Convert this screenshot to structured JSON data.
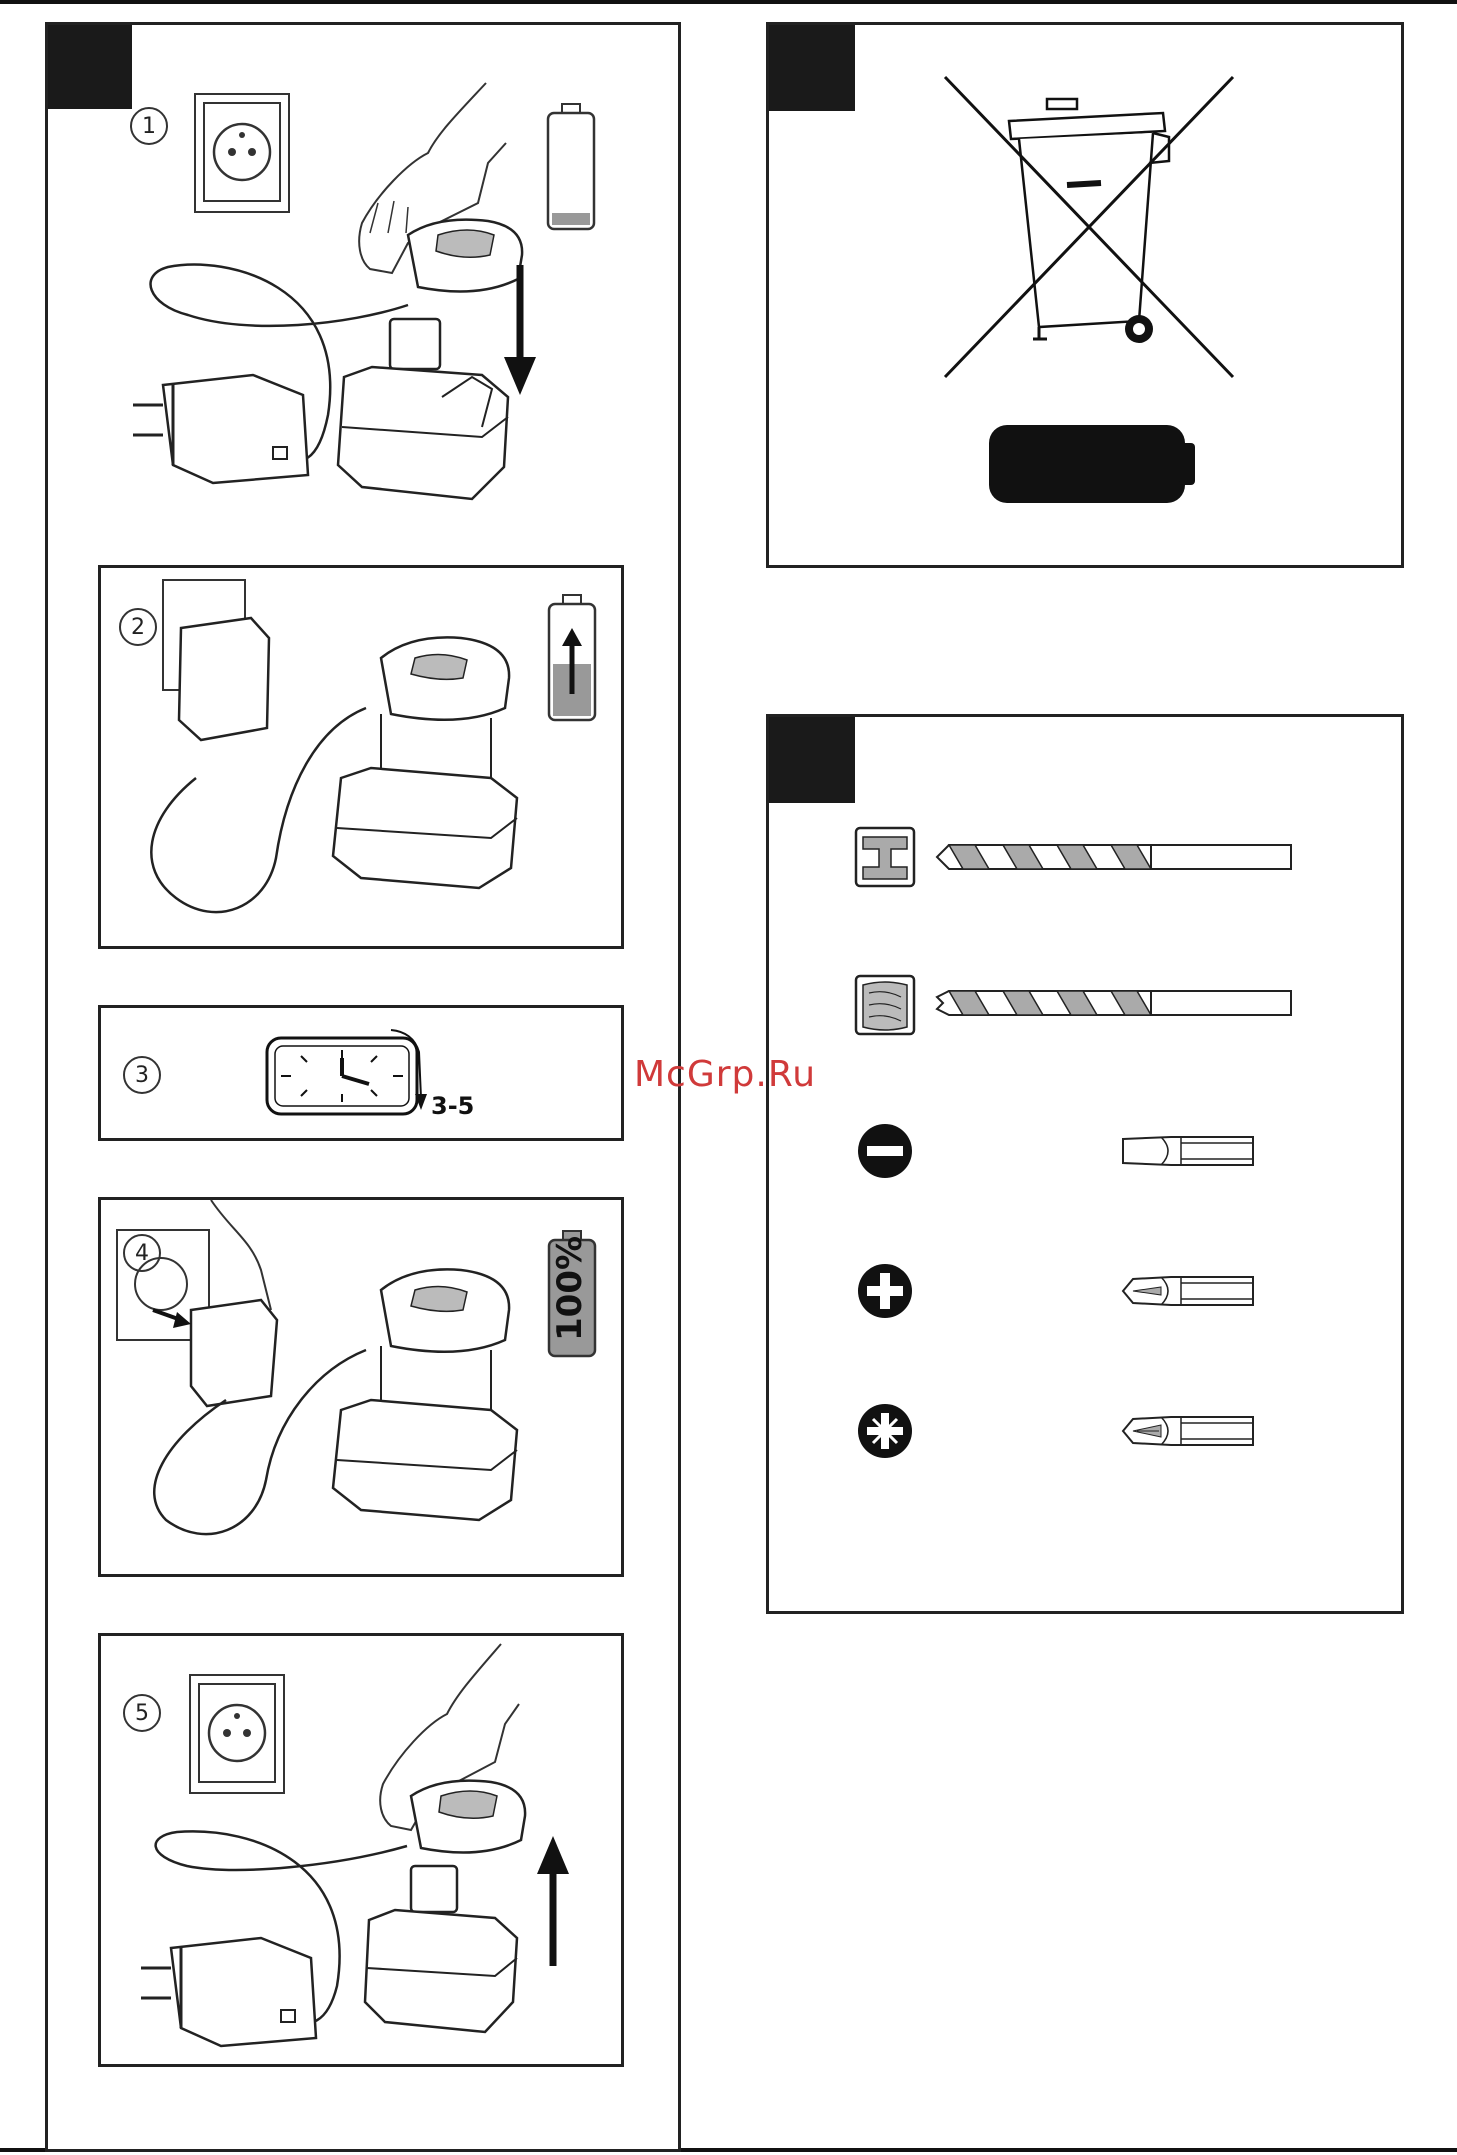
{
  "steps": [
    "1",
    "2",
    "3",
    "4",
    "5"
  ],
  "duration_label": "3-5",
  "full_charge_label": "100%",
  "watermark": "McGrp.Ru",
  "colors": {
    "ink": "#111111",
    "watermark": "#d03a3a",
    "gray_fill": "#999999"
  },
  "icons": {
    "step1": [
      "wall-socket-icon",
      "hand-icon",
      "charger-icon",
      "battery-low-icon",
      "battery-pack-icon",
      "arrow-down-icon"
    ],
    "step2": [
      "charger-plugged-icon",
      "battery-charging-icon",
      "battery-pack-icon"
    ],
    "step3": [
      "clock-icon"
    ],
    "step4": [
      "charger-unplug-icon",
      "battery-full-icon",
      "battery-pack-icon"
    ],
    "step5": [
      "wall-socket-icon",
      "hand-icon",
      "charger-icon",
      "battery-pack-icon",
      "arrow-up-icon"
    ],
    "disposal": [
      "crossed-bin-icon",
      "battery-bar-icon"
    ],
    "bits": [
      "metal-material-icon",
      "wood-material-icon",
      "slotted-screw-icon",
      "phillips-screw-icon",
      "pozidriv-screw-icon"
    ]
  }
}
